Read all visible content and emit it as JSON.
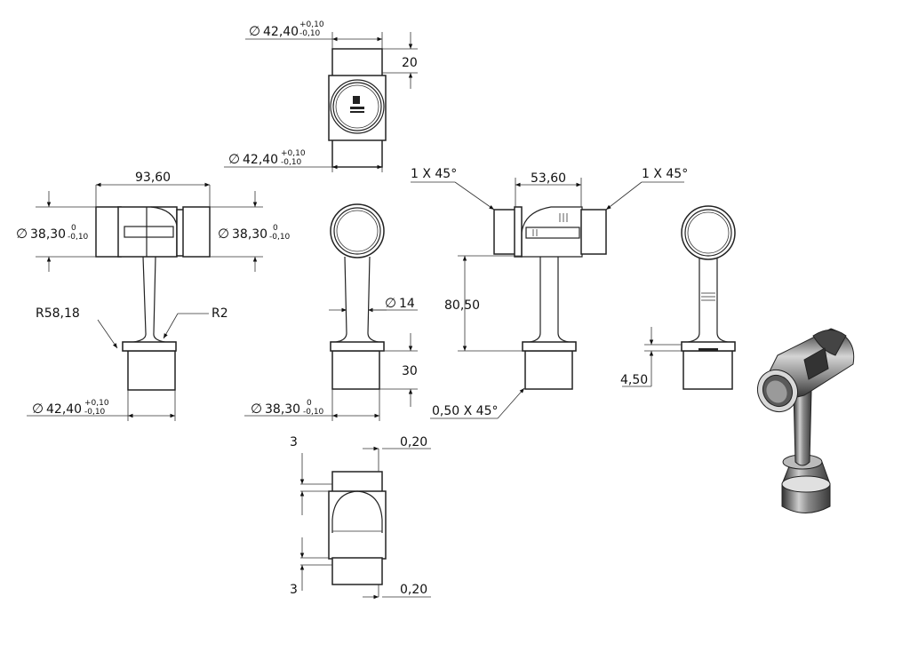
{
  "symbols": {
    "diameter": "∅"
  },
  "dims": {
    "top_dia": {
      "value": "42,40",
      "tol_up": "+0,10",
      "tol_dn": "-0,10"
    },
    "top_height": "20",
    "top_dia2": {
      "value": "42,40",
      "tol_up": "+0,10",
      "tol_dn": "-0,10"
    },
    "front_width": "93,60",
    "front_left_dia": {
      "value": "38,30",
      "tol_up": "0",
      "tol_dn": "-0,10"
    },
    "front_right_dia": {
      "value": "38,30",
      "tol_up": "0",
      "tol_dn": "-0,10"
    },
    "front_radius_large": "R58,18",
    "front_radius_small": "R2",
    "front_base_dia": {
      "value": "42,40",
      "tol_up": "+0,10",
      "tol_dn": "-0,10"
    },
    "side_post_dia": "14",
    "side_base_height": "30",
    "side_base_dia": {
      "value": "38,30",
      "tol_up": "0",
      "tol_dn": "-0,10"
    },
    "sec_chamfer_left": "1 X 45°",
    "sec_chamfer_right": "1 X 45°",
    "sec_width": "53,60",
    "sec_height": "80,50",
    "sec_chamfer_base": "0,50 X 45°",
    "right_flange": "4,50",
    "bottom_gap_top": "3",
    "bottom_offset_top": "0,20",
    "bottom_gap_bottom": "3",
    "bottom_offset_bottom": "0,20"
  },
  "colors": {
    "line": "#222222",
    "metal_dark": "#3a3a3a",
    "metal_light": "#d8d8d8"
  }
}
